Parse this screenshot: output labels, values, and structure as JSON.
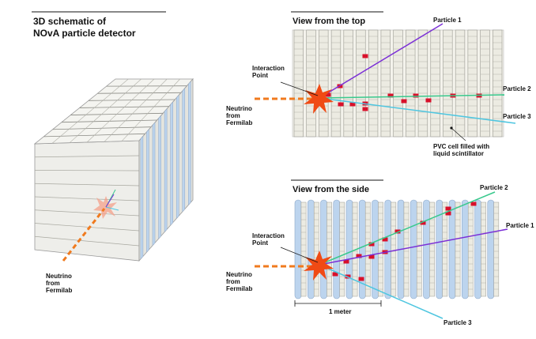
{
  "panel_3d": {
    "title_line1": "3D schematic of",
    "title_line2": "NOvA particle detector",
    "neutrino_label": [
      "Neutrino",
      "from",
      "Fermilab"
    ]
  },
  "top_view": {
    "title": "View from the top",
    "interaction_point": [
      "Interaction",
      "Point"
    ],
    "neutrino_label": [
      "Neutrino",
      "from",
      "Fermilab"
    ],
    "particle_1": "Particle 1",
    "particle_2": "Particle 2",
    "particle_3": "Particle 3",
    "pvc_label": [
      "PVC cell filled with",
      "liquid scintillator"
    ]
  },
  "side_view": {
    "title": "View from the side",
    "interaction_point": [
      "Interaction",
      "Point"
    ],
    "neutrino_label": [
      "Neutrino",
      "from",
      "Fermilab"
    ],
    "particle_1": "Particle 1",
    "particle_2": "Particle 2",
    "particle_3": "Particle 3",
    "scale_label": "1 meter"
  },
  "colors": {
    "particle_1": "#7b2fd6",
    "particle_2": "#39c98d",
    "particle_3": "#4fc6e0",
    "neutrino": "#f07a1e",
    "hit": "#d8102a",
    "cell_blue": "#bcd4ee",
    "cell_beige": "#ecebe2"
  }
}
